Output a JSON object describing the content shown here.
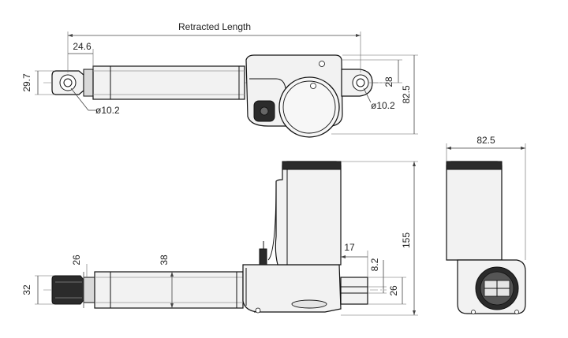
{
  "top_view": {
    "retracted_length": "Retracted Length",
    "rod_end_offset": "24.6",
    "rod_end_height": "29.7",
    "rod_hole_dia": "ø10.2",
    "rear_hole_dia": "ø10.2",
    "rear_hole_offset": "28",
    "overall_height": "82.5"
  },
  "side_view": {
    "rod_dia": "26",
    "tube_dia": "38",
    "rod_end_dia": "32",
    "clevis_width": "17",
    "clevis_slot": "8.2",
    "clevis_height": "26",
    "overall_height": "155"
  },
  "end_view": {
    "width": "82.5"
  }
}
